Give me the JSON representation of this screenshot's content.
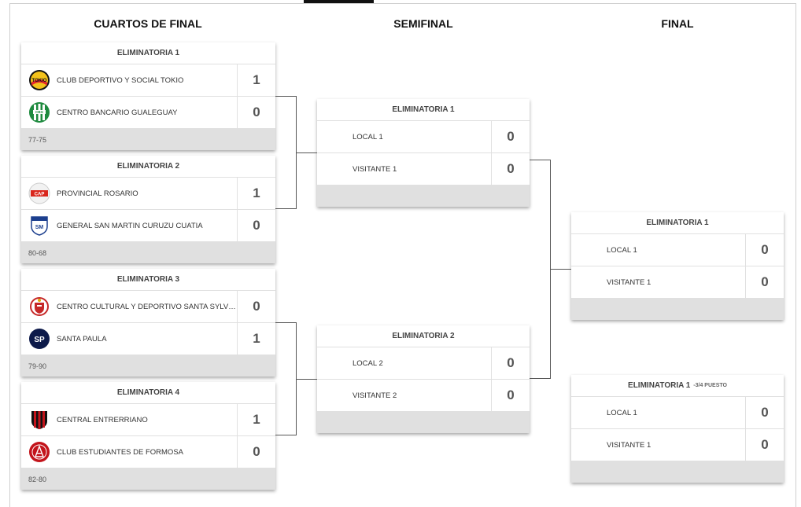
{
  "columns": {
    "quarter": "CUARTOS DE FINAL",
    "semi": "SEMIFINAL",
    "final": "FINAL"
  },
  "quarterfinals": [
    {
      "title": "ELIMINATORIA 1",
      "home": {
        "name": "CLUB DEPORTIVO Y SOCIAL TOKIO",
        "score": "1"
      },
      "away": {
        "name": "CENTRO BANCARIO GUALEGUAY",
        "score": "0"
      },
      "result": "77-75"
    },
    {
      "title": "ELIMINATORIA 2",
      "home": {
        "name": "PROVINCIAL ROSARIO",
        "score": "1"
      },
      "away": {
        "name": "GENERAL SAN MARTIN CURUZU CUATIA",
        "score": "0"
      },
      "result": "80-68"
    },
    {
      "title": "ELIMINATORIA 3",
      "home": {
        "name": "CENTRO CULTURAL Y DEPORTIVO SANTA SYLVINA",
        "score": "0"
      },
      "away": {
        "name": "SANTA PAULA",
        "score": "1"
      },
      "result": "79-90"
    },
    {
      "title": "ELIMINATORIA 4",
      "home": {
        "name": "CENTRAL ENTRERRIANO",
        "score": "1"
      },
      "away": {
        "name": "CLUB ESTUDIANTES DE FORMOSA",
        "score": "0"
      },
      "result": "82-80"
    }
  ],
  "semifinals": [
    {
      "title": "ELIMINATORIA 1",
      "home": {
        "name": "LOCAL 1",
        "score": "0"
      },
      "away": {
        "name": "VISITANTE 1",
        "score": "0"
      }
    },
    {
      "title": "ELIMINATORIA 2",
      "home": {
        "name": "LOCAL 2",
        "score": "0"
      },
      "away": {
        "name": "VISITANTE 2",
        "score": "0"
      }
    }
  ],
  "final": {
    "title": "ELIMINATORIA 1",
    "home": {
      "name": "LOCAL 1",
      "score": "0"
    },
    "away": {
      "name": "VISITANTE 1",
      "score": "0"
    }
  },
  "third_place": {
    "title": "ELIMINATORIA 1",
    "subtitle": "-3/4 PUESTO",
    "home": {
      "name": "LOCAL 1",
      "score": "0"
    },
    "away": {
      "name": "VISITANTE 1",
      "score": "0"
    }
  },
  "logos": {
    "tokio": {
      "text": "TOKIO",
      "color": "#e3262c"
    },
    "bancario": {
      "text": "CBG",
      "color": "#1e8a3e"
    },
    "provincial": {
      "text": "CAP",
      "color": "#d9261c"
    },
    "sanmartin": {
      "text": "SM",
      "color": "#1c3f8e"
    },
    "sylvina": {
      "text": "",
      "color": "#c62828"
    },
    "santapaula": {
      "text": "SP",
      "color": "#0d1a4a"
    },
    "central": {
      "text": "",
      "color": "#c3141b"
    },
    "estudiantes": {
      "text": "",
      "color": "#c3141b"
    }
  }
}
